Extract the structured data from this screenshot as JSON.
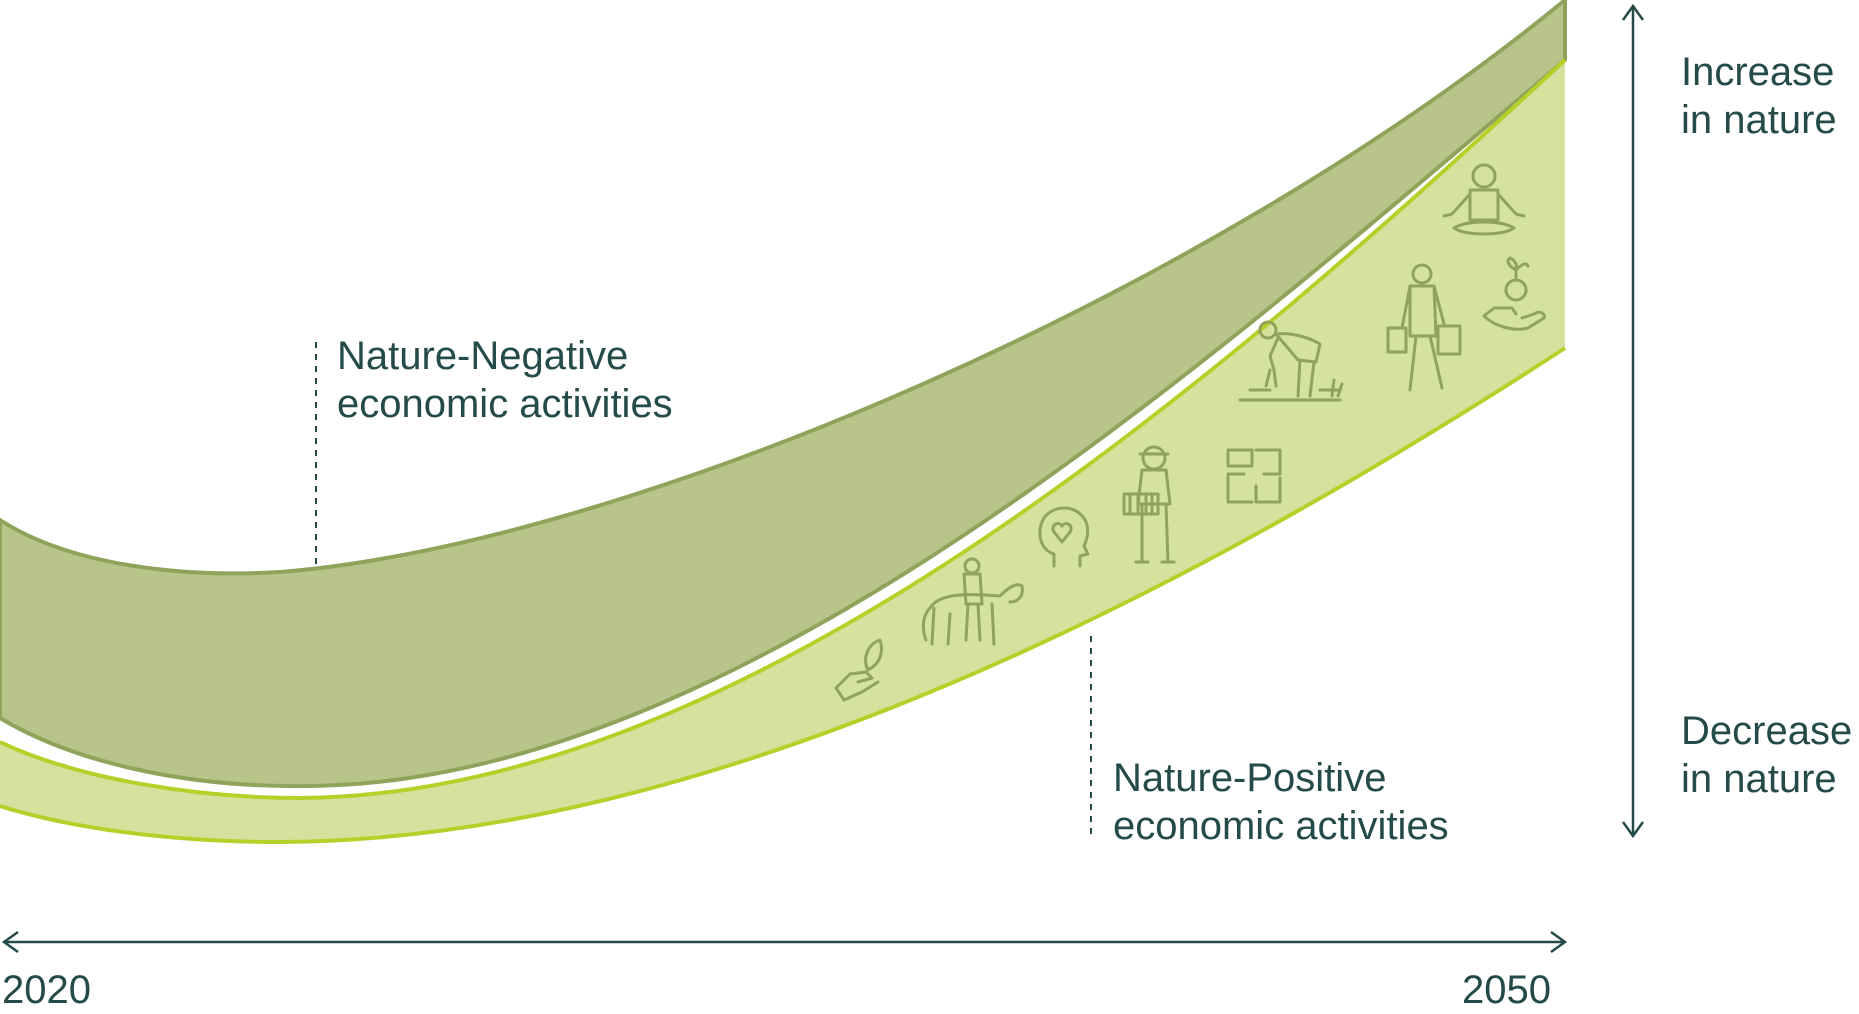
{
  "diagram": {
    "negative_label": {
      "line1": "Nature-Negative",
      "line2": "economic activities"
    },
    "positive_label": {
      "line1": "Nature-Positive",
      "line2": "economic activities"
    },
    "increase_label": {
      "line1": "Increase",
      "line2": "in nature"
    },
    "decrease_label": {
      "line1": "Decrease",
      "line2": "in nature"
    },
    "start_year": "2020",
    "end_year": "2050",
    "activity_icons": [
      "hand-holding-leaf-icon",
      "person-with-horse-icon",
      "head-with-heart-icon",
      "beekeeper-icon",
      "joined-hands-icon",
      "farmer-planting-icon",
      "shopper-with-bags-icon",
      "hand-with-euro-sprout-icon",
      "meditating-person-icon"
    ],
    "colors": {
      "negative_band": "#b8c48a",
      "negative_edge": "#8fa35a",
      "positive_band": "#d4e29d",
      "positive_edge": "#b8cf2a",
      "text": "#244a49",
      "icon_stroke": "#8fa35a"
    }
  }
}
